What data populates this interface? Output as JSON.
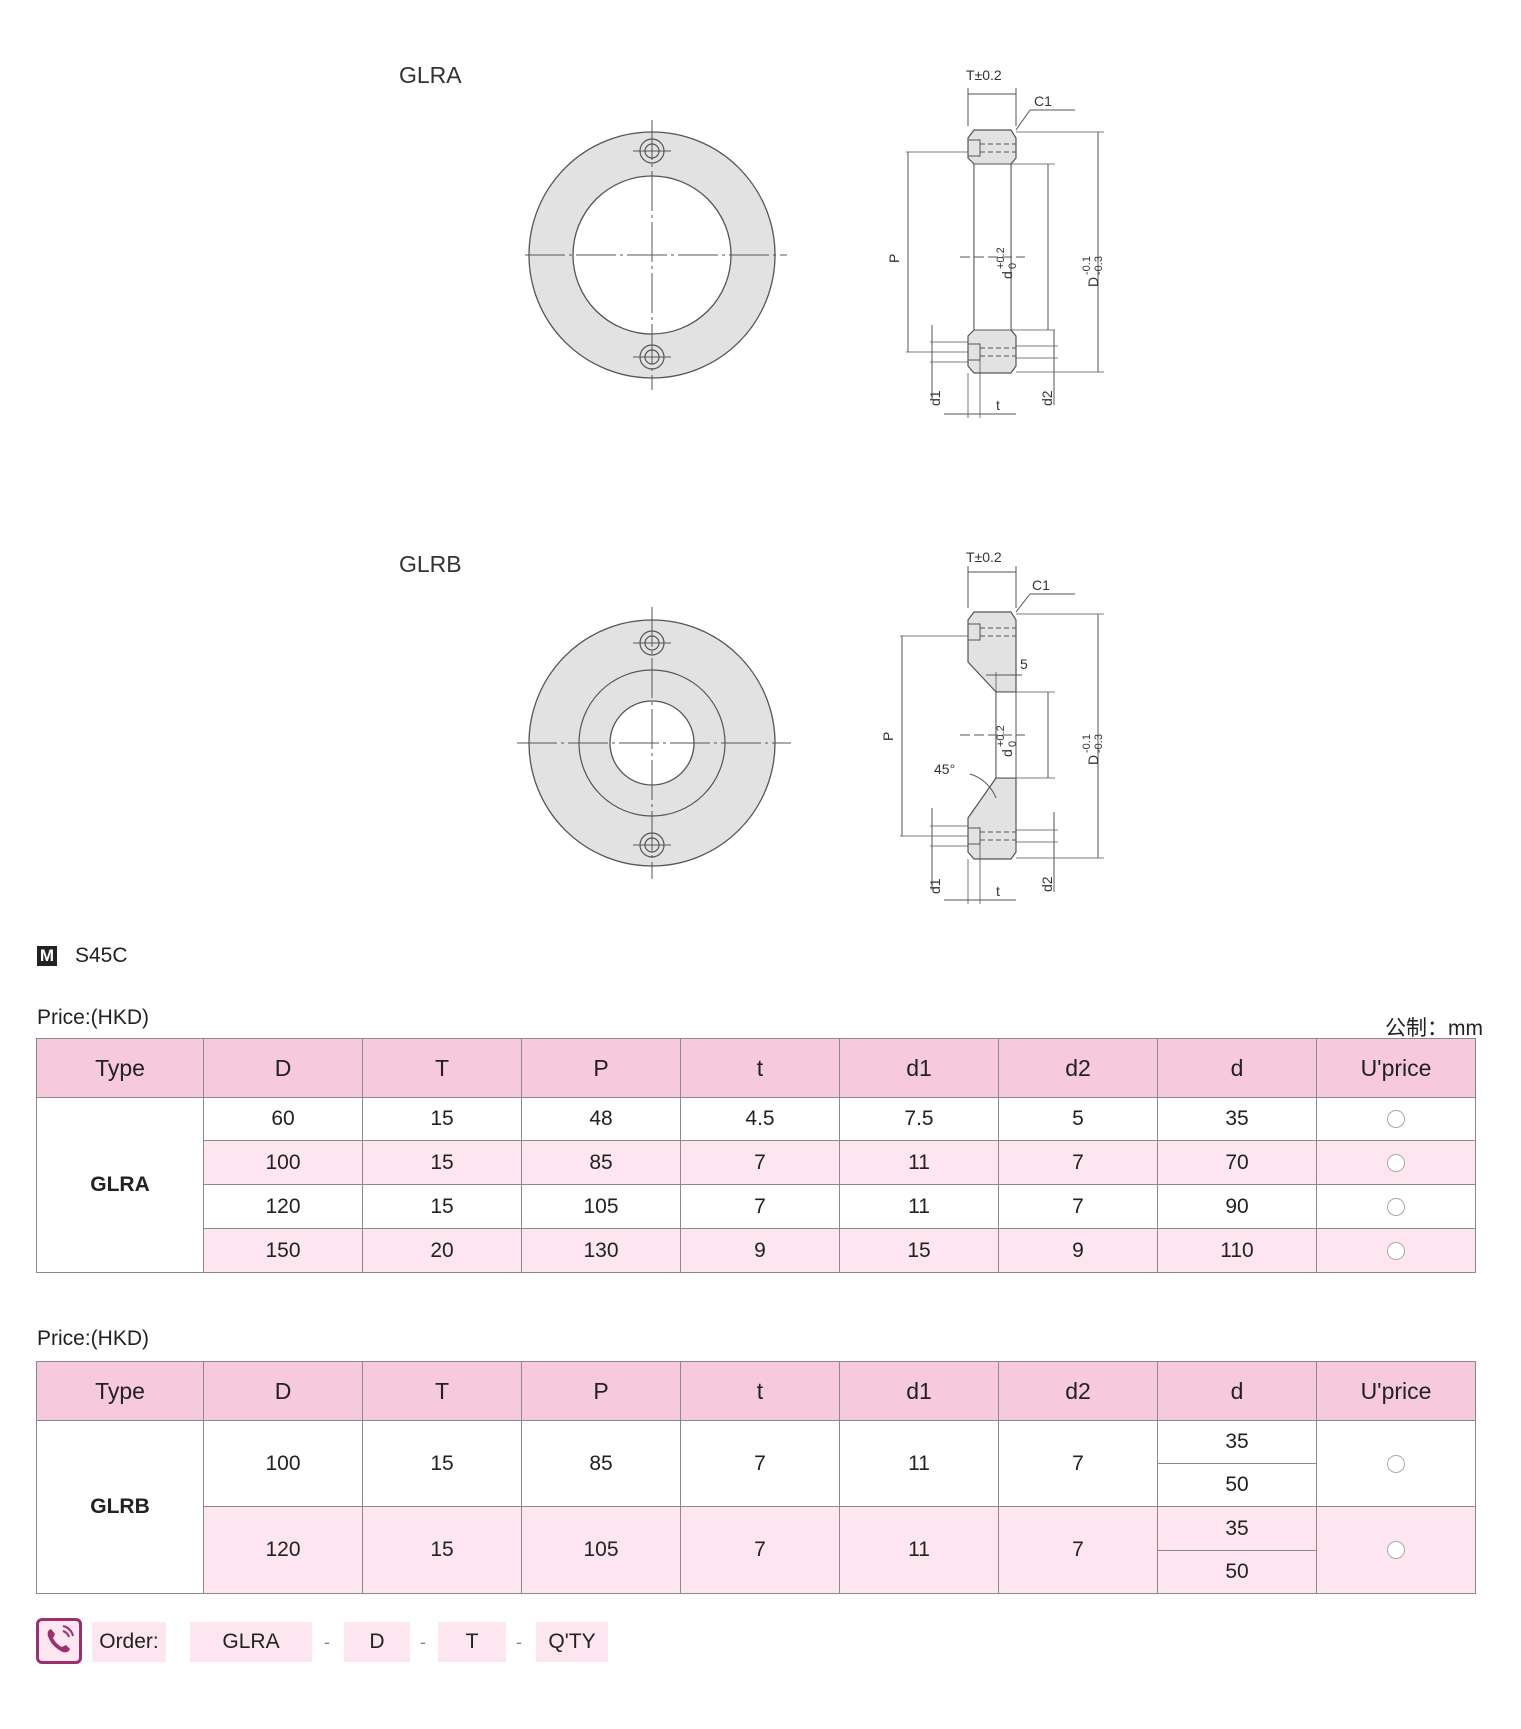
{
  "drawings": {
    "glra": {
      "title": "GLRA",
      "labels": {
        "T": "T±0.2",
        "C1": "C1",
        "P": "P",
        "d": "d",
        "d_tol_up": "+0.2",
        "d_tol_low": "0",
        "D": "D",
        "D_tol_up": "-0.1",
        "D_tol_low": "-0.3",
        "d1": "d1",
        "d2": "d2",
        "t": "t"
      }
    },
    "glrb": {
      "title": "GLRB",
      "labels": {
        "T": "T±0.2",
        "C1": "C1",
        "five": "5",
        "angle": "45°",
        "P": "P",
        "d": "d",
        "d_tol_up": "+0.2",
        "d_tol_low": "0",
        "D": "D",
        "D_tol_up": "-0.1",
        "D_tol_low": "-0.3",
        "d1": "d1",
        "d2": "d2",
        "t": "t"
      }
    }
  },
  "material": {
    "icon_letter": "M",
    "value": "S45C"
  },
  "price_label": "Price:(HKD)",
  "unit_label": "公制：mm",
  "headers": [
    "Type",
    "D",
    "T",
    "P",
    "t",
    "d1",
    "d2",
    "d",
    "U'price"
  ],
  "table_glra": {
    "type": "GLRA",
    "rows": [
      [
        "60",
        "15",
        "48",
        "4.5",
        "7.5",
        "5",
        "35"
      ],
      [
        "100",
        "15",
        "85",
        "7",
        "11",
        "7",
        "70"
      ],
      [
        "120",
        "15",
        "105",
        "7",
        "11",
        "7",
        "90"
      ],
      [
        "150",
        "20",
        "130",
        "9",
        "15",
        "9",
        "110"
      ]
    ]
  },
  "table_glrb": {
    "type": "GLRB",
    "rows": [
      {
        "cells": [
          "100",
          "15",
          "85",
          "7",
          "11",
          "7"
        ],
        "d": [
          "35",
          "50"
        ]
      },
      {
        "cells": [
          "120",
          "15",
          "105",
          "7",
          "11",
          "7"
        ],
        "d": [
          "35",
          "50"
        ]
      }
    ]
  },
  "order": {
    "label": "Order:",
    "fields": [
      "GLRA",
      "D",
      "T",
      "Q'TY"
    ],
    "separator": "-"
  }
}
